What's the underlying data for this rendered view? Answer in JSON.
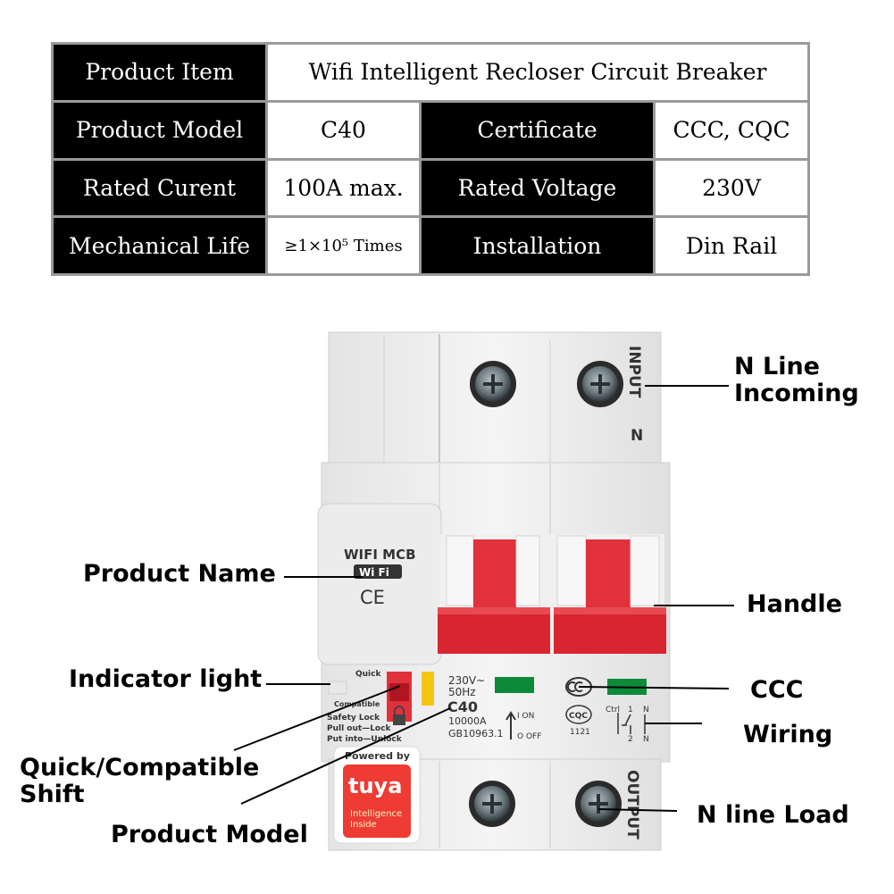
{
  "colors": {
    "header_bg": "#000000",
    "header_text": "#ffffff",
    "handle_red": "#e1323c",
    "indicator_green": "#0c8a3a",
    "tuya_red": "#ee3b34"
  },
  "table": {
    "rows": [
      [
        {
          "text": "Product Item",
          "header": true
        },
        {
          "text": "Wifi Intelligent Recloser Circuit Breaker",
          "header": false,
          "span": 3
        }
      ],
      [
        {
          "text": "Product Model",
          "header": true
        },
        {
          "text": "C40",
          "header": false
        },
        {
          "text": "Certificate",
          "header": true
        },
        {
          "text": "CCC, CQC",
          "header": false
        }
      ],
      [
        {
          "text": "Rated Curent",
          "header": true
        },
        {
          "text": "100A max.",
          "header": false
        },
        {
          "text": "Rated Voltage",
          "header": true
        },
        {
          "text": "230V",
          "header": false
        }
      ],
      [
        {
          "text": "Mechanical Life",
          "header": true
        },
        {
          "text": "≥1×10⁵ Times",
          "header": false
        },
        {
          "text": "Installation",
          "header": true
        },
        {
          "text": "Din Rail",
          "header": false
        }
      ]
    ]
  },
  "device": {
    "input_label": "INPUT",
    "output_label": "OUTPUT",
    "n_label": "N",
    "wifi_mcb": "WIFI MCB",
    "wifi_badge": "Wi Fi",
    "ce_mark": "CE",
    "quick": "Quick",
    "compatible": "Compatible",
    "safety_lock": "Safety Lock",
    "pull_out_lock": "Pull out—Lock",
    "put_into_unlock": "Put into—Unlock",
    "voltage": "230V~",
    "frequency": "50Hz",
    "model": "C40",
    "breaking": "10000A",
    "standard": "GB10963.1",
    "on_label": "I ON",
    "off_label": "O OFF",
    "cqc_mark": "CQC",
    "cert_no": "1121",
    "ctrl_label": "Ctrl",
    "terminal_1": "1",
    "terminal_2": "2",
    "terminal_n": "N",
    "powered_by": "Powered by",
    "tuya": "tuya",
    "intelligence_inside": "Intelligence\nInside"
  },
  "callouts": {
    "n_line_incoming": "N Line\nIncoming",
    "product_name": "Product Name",
    "handle": "Handle",
    "indicator_light": "Indicator light",
    "ccc": "CCC",
    "wiring": "Wiring",
    "quick_compatible_shift": "Quick/Compatible\nShift",
    "product_model": "Product Model",
    "n_line_load": "N line Load"
  }
}
